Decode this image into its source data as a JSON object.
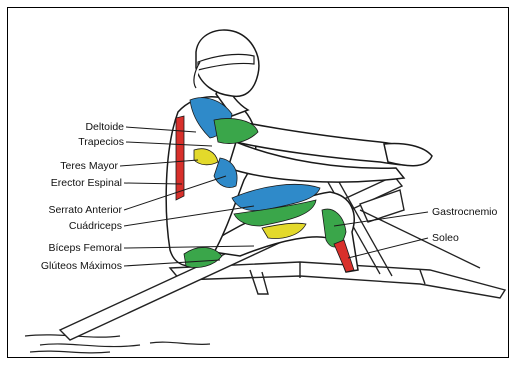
{
  "labels_left": [
    {
      "id": "deltoide",
      "text": "Deltoide"
    },
    {
      "id": "trapecios",
      "text": "Trapecios"
    },
    {
      "id": "teres-mayor",
      "text": "Teres Mayor"
    },
    {
      "id": "erector-espinal",
      "text": "Erector Espinal"
    },
    {
      "id": "serrato-anterior",
      "text": "Serrato Anterior"
    },
    {
      "id": "cuadriceps",
      "text": "Cuádriceps"
    },
    {
      "id": "biceps-femoral",
      "text": "Bíceps Femoral"
    },
    {
      "id": "gluteos-maximos",
      "text": "Glúteos Máximos"
    }
  ],
  "labels_right": [
    {
      "id": "gastrocnemio",
      "text": "Gastrocnemio"
    },
    {
      "id": "soleo",
      "text": "Soleo"
    }
  ],
  "colors": {
    "deltoid": "#2f8ac9",
    "trapezius": "#3aa64a",
    "teres": "#e3d92b",
    "erector": "#d8302b",
    "serratus": "#2f8ac9",
    "quadriceps": "#2f8ac9",
    "hamstring": "#3aa64a",
    "glutes": "#3aa64a",
    "gastrocnemius": "#3aa64a",
    "soleus": "#d8302b",
    "line": "#1a1a1a"
  }
}
